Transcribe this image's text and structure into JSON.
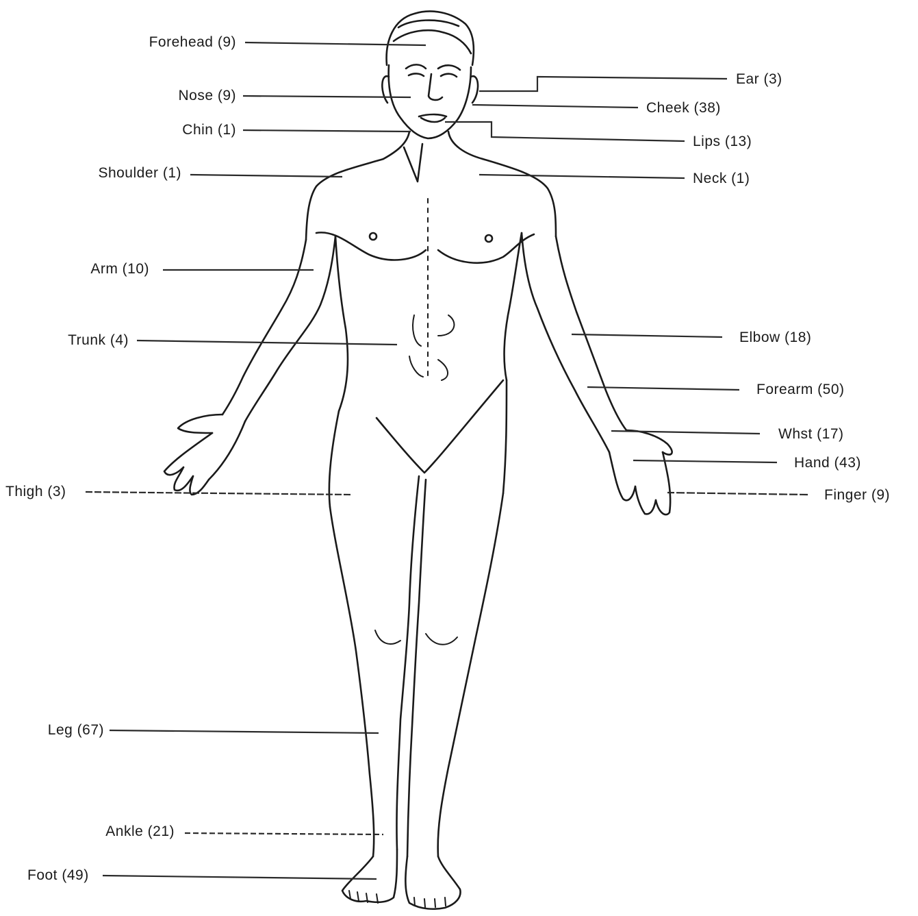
{
  "labels": {
    "forehead": "Forehead (9)",
    "nose": "Nose (9)",
    "chin": "Chin (1)",
    "shoulder": "Shoulder (1)",
    "arm": "Arm (10)",
    "trunk": "Trunk (4)",
    "thigh": "Thigh (3)",
    "leg": "Leg (67)",
    "ankle": "Ankle (21)",
    "foot": "Foot (49)",
    "ear": "Ear (3)",
    "cheek": "Cheek (38)",
    "lips": "Lips (13)",
    "neck": "Neck (1)",
    "elbow": "Elbow (18)",
    "forearm": "Forearm (50)",
    "wrist": "Whst (17)",
    "hand": "Hand (43)",
    "finger": "Finger (9)"
  },
  "colors": {
    "ink": "#1a1a1a",
    "background": "#ffffff"
  }
}
